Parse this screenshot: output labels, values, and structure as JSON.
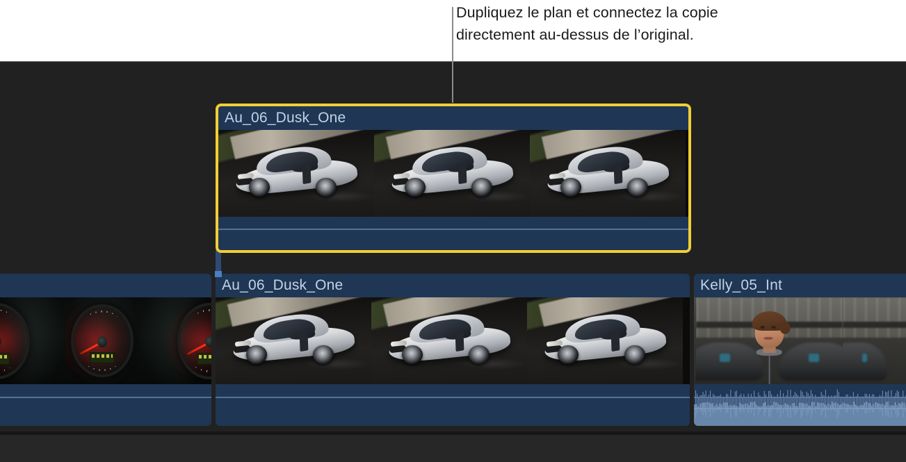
{
  "callout": {
    "text": "Dupliquez le plan et connectez la copie\ndirectement au-dessus de l’original.",
    "line_color": "#8a8a8a",
    "text_color": "#1a1a1a"
  },
  "timeline": {
    "background_color": "#212121",
    "selection_color": "#f2cf34",
    "clip_color": "#1f3655",
    "clip_title_color": "#c3d3e6",
    "connector_color": "#2e4a73",
    "connector_dot_color": "#4a7fc1",
    "connected_clip": {
      "title": "Au_06_Dusk_One",
      "selected": true,
      "frames": 3,
      "thumbnail_subject": "silver-sports-car",
      "has_audio_waveform": false
    },
    "primary_storyline": [
      {
        "title": "",
        "selected": false,
        "frames": 3,
        "thumbnail_subject": "car-dashboard-tachometer",
        "has_audio_waveform": false,
        "truncated_left": true
      },
      {
        "title": "Au_06_Dusk_One",
        "selected": false,
        "frames": 3,
        "thumbnail_subject": "silver-sports-car",
        "has_audio_waveform": false
      },
      {
        "title": "Kelly_05_Int",
        "selected": false,
        "frames": 3,
        "thumbnail_subject": "interview-woman-garage",
        "has_audio_waveform": true,
        "truncated_right": true
      }
    ]
  }
}
